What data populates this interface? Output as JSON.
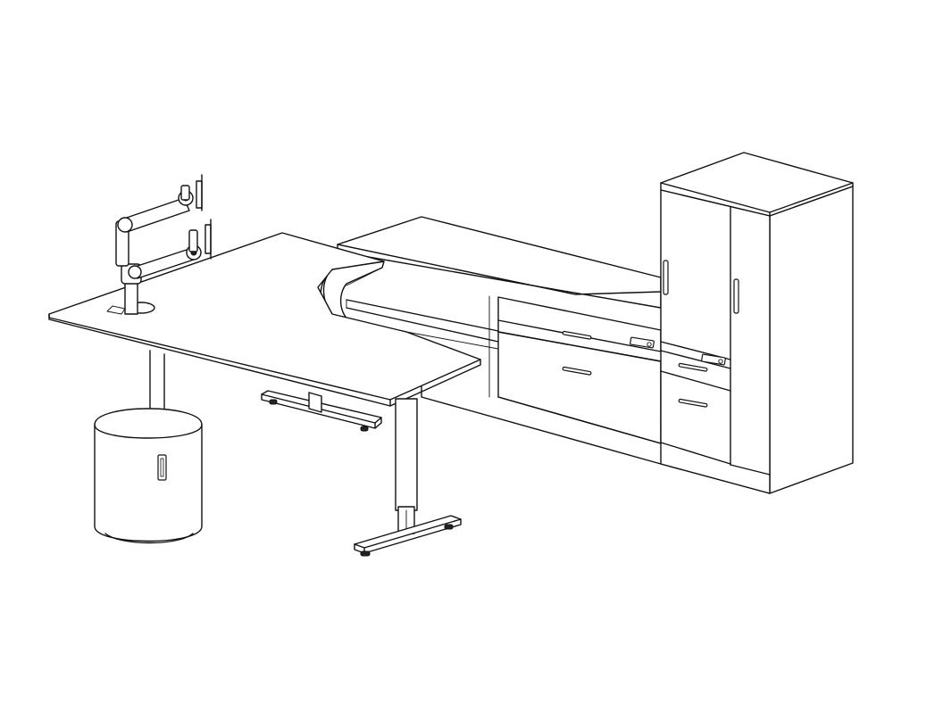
{
  "drawing": {
    "background_color": "#ffffff",
    "line_color": "#111111",
    "components": [
      {
        "name": "l-shaped-height-adjustable-desk"
      },
      {
        "name": "dual-monitor-arm"
      },
      {
        "name": "mobile-round-pedestal"
      },
      {
        "name": "return-credenza-with-drawers"
      },
      {
        "name": "storage-tower-wardrobe"
      }
    ]
  }
}
